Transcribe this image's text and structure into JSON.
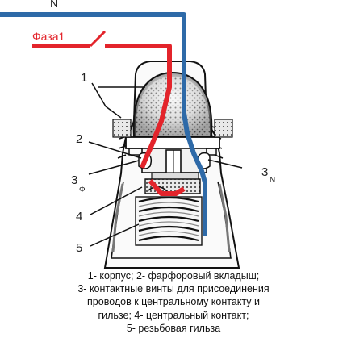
{
  "wires": {
    "neutral_label": "N",
    "phase_label": "Фаза1",
    "neutral_color": "#2e6aa8",
    "phase_color": "#e3242b"
  },
  "callouts": {
    "c1": "1",
    "c2": "2",
    "c3_phi": "3",
    "c3_phi_sub": "Ф",
    "c3_n": "3",
    "c3_n_sub": "N",
    "c4": "4",
    "c5": "5"
  },
  "caption": {
    "line1": "1- корпус; 2- фарфоровый вкладыш;",
    "line2": "3- контактные винты для присоединения",
    "line3": "проводов к центральному контакту и",
    "line4": "гильзе;  4- центральный контакт;",
    "line5": "5- резьбовая гильза"
  }
}
